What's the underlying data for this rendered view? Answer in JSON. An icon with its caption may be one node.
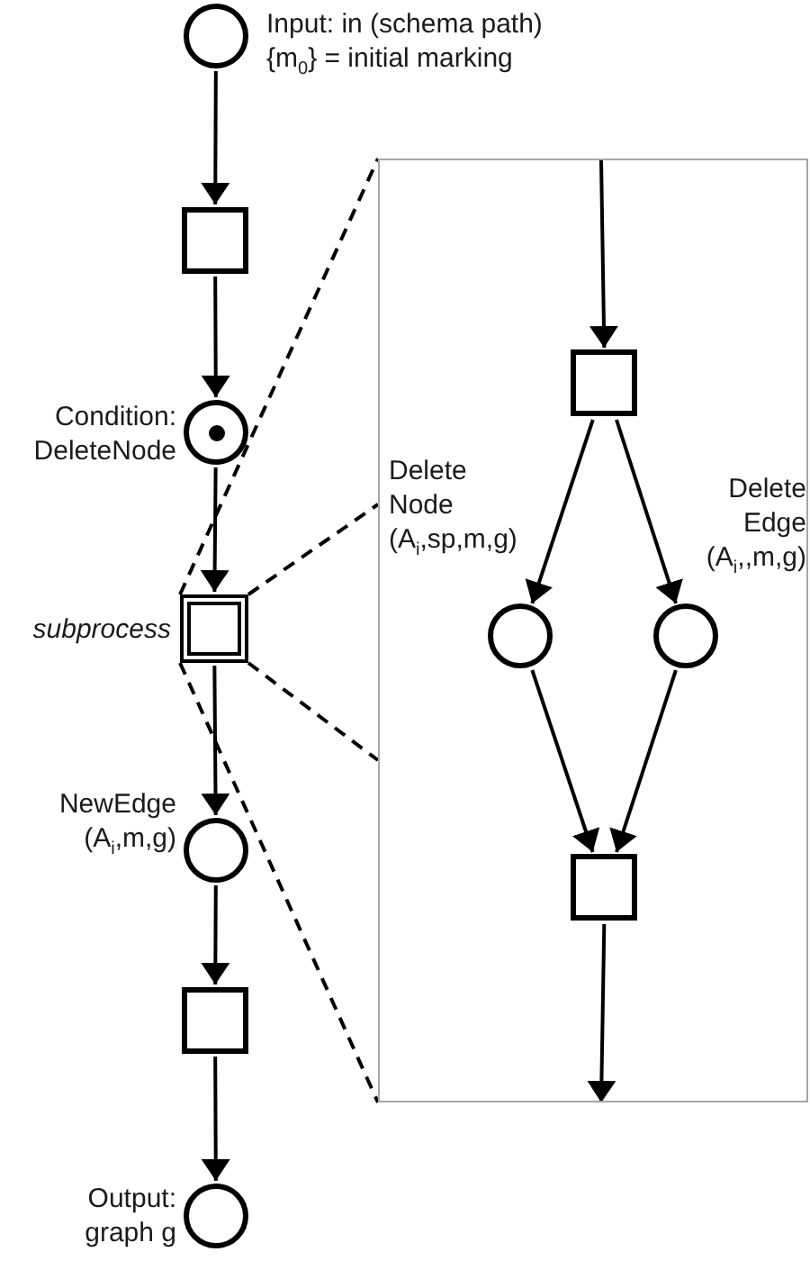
{
  "diagram": {
    "nodes": [
      {
        "text": [],
        "shape": "circle",
        "beside": [
          "Input: in (schema path)",
          "{m$_{0}$} = initial marking"
        ]
      },
      {
        "text": [],
        "shape": "box"
      },
      {
        "text": [],
        "shape": "circle",
        "beside": [
          "Condition: DeleteNode"
        ]
      },
      {
        "text": [],
        "shape": "box",
        "beside": [
          "subprocess"
        ]
      },
      {
        "text": [],
        "shape": "circle",
        "beside": [
          "NewEdge (A$_{i}$,m,g)"
        ]
      },
      {
        "text": [],
        "shape": "box"
      },
      {
        "text": [],
        "shape": "circle",
        "beside": [
          "Output: graph g"
        ]
      },
      {
        "text": [],
        "shape": "box"
      },
      {
        "text": [],
        "shape": "box",
        "in": 7
      },
      {
        "text": [],
        "shape": "circle",
        "in": 7,
        "beside": [
          "Delete Node (A$_{i}$,sp,m,g)"
        ]
      },
      {
        "text": [],
        "shape": "circle",
        "in": 7,
        "beside": [
          "Delete Edge (A$_{i}$,,m,g)"
        ]
      },
      {
        "text": [],
        "shape": "box",
        "in": 7
      }
    ],
    "edges": [
      {
        "from": 0,
        "to": 1,
        "arrow": "to"
      },
      {
        "from": 1,
        "to": 2,
        "arrow": "to"
      },
      {
        "from": 2,
        "to": 3,
        "arrow": "to"
      },
      {
        "from": 3,
        "to": 4,
        "arrow": "to"
      },
      {
        "from": 4,
        "to": 5,
        "arrow": "to"
      },
      {
        "from": 5,
        "to": 6,
        "arrow": "to"
      },
      {
        "from": null,
        "to": 8,
        "arrow": "to"
      },
      {
        "from": 8,
        "to": 9,
        "arrow": "to"
      },
      {
        "from": 8,
        "to": 10,
        "arrow": "to"
      },
      {
        "from": 9,
        "to": 11,
        "arrow": "to"
      },
      {
        "from": 10,
        "to": 11,
        "arrow": "to"
      },
      {
        "from": 11,
        "to": null,
        "arrow": "to"
      },
      {
        "from": 3,
        "to": 7,
        "arrow": "none",
        "style": "dashed"
      },
      {
        "from": 3,
        "to": 7,
        "arrow": "none",
        "style": "dashed"
      },
      {
        "from": 3,
        "to": 7,
        "arrow": "none",
        "style": "dashed"
      },
      {
        "from": 3,
        "to": 7,
        "arrow": "none",
        "style": "dashed"
      }
    ]
  }
}
